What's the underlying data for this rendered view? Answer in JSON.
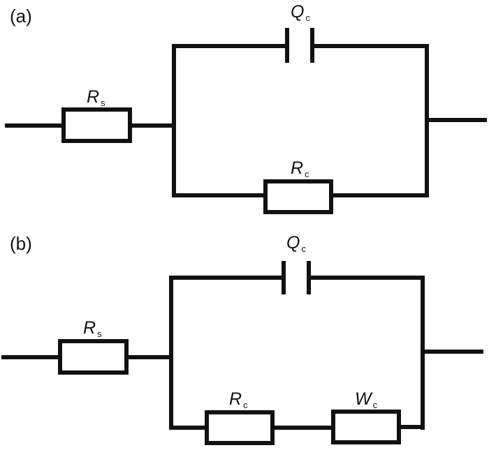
{
  "figure": {
    "panels": [
      {
        "label": "(a)",
        "components": {
          "series_resistor": {
            "symbol": "R",
            "subscript": "s"
          },
          "capacitor": {
            "symbol": "Q",
            "subscript": "c"
          },
          "parallel_resistor": {
            "symbol": "R",
            "subscript": "c"
          }
        },
        "topology": "Rs in series with (Qc parallel Rc)"
      },
      {
        "label": "(b)",
        "components": {
          "series_resistor": {
            "symbol": "R",
            "subscript": "s"
          },
          "capacitor": {
            "symbol": "Q",
            "subscript": "c"
          },
          "parallel_resistor": {
            "symbol": "R",
            "subscript": "c"
          },
          "warburg": {
            "symbol": "W",
            "subscript": "c"
          }
        },
        "topology": "Rs in series with (Qc parallel (Rc in series with Wc))"
      }
    ],
    "colors": {
      "stroke": "#111111",
      "background": "#ffffff"
    }
  }
}
